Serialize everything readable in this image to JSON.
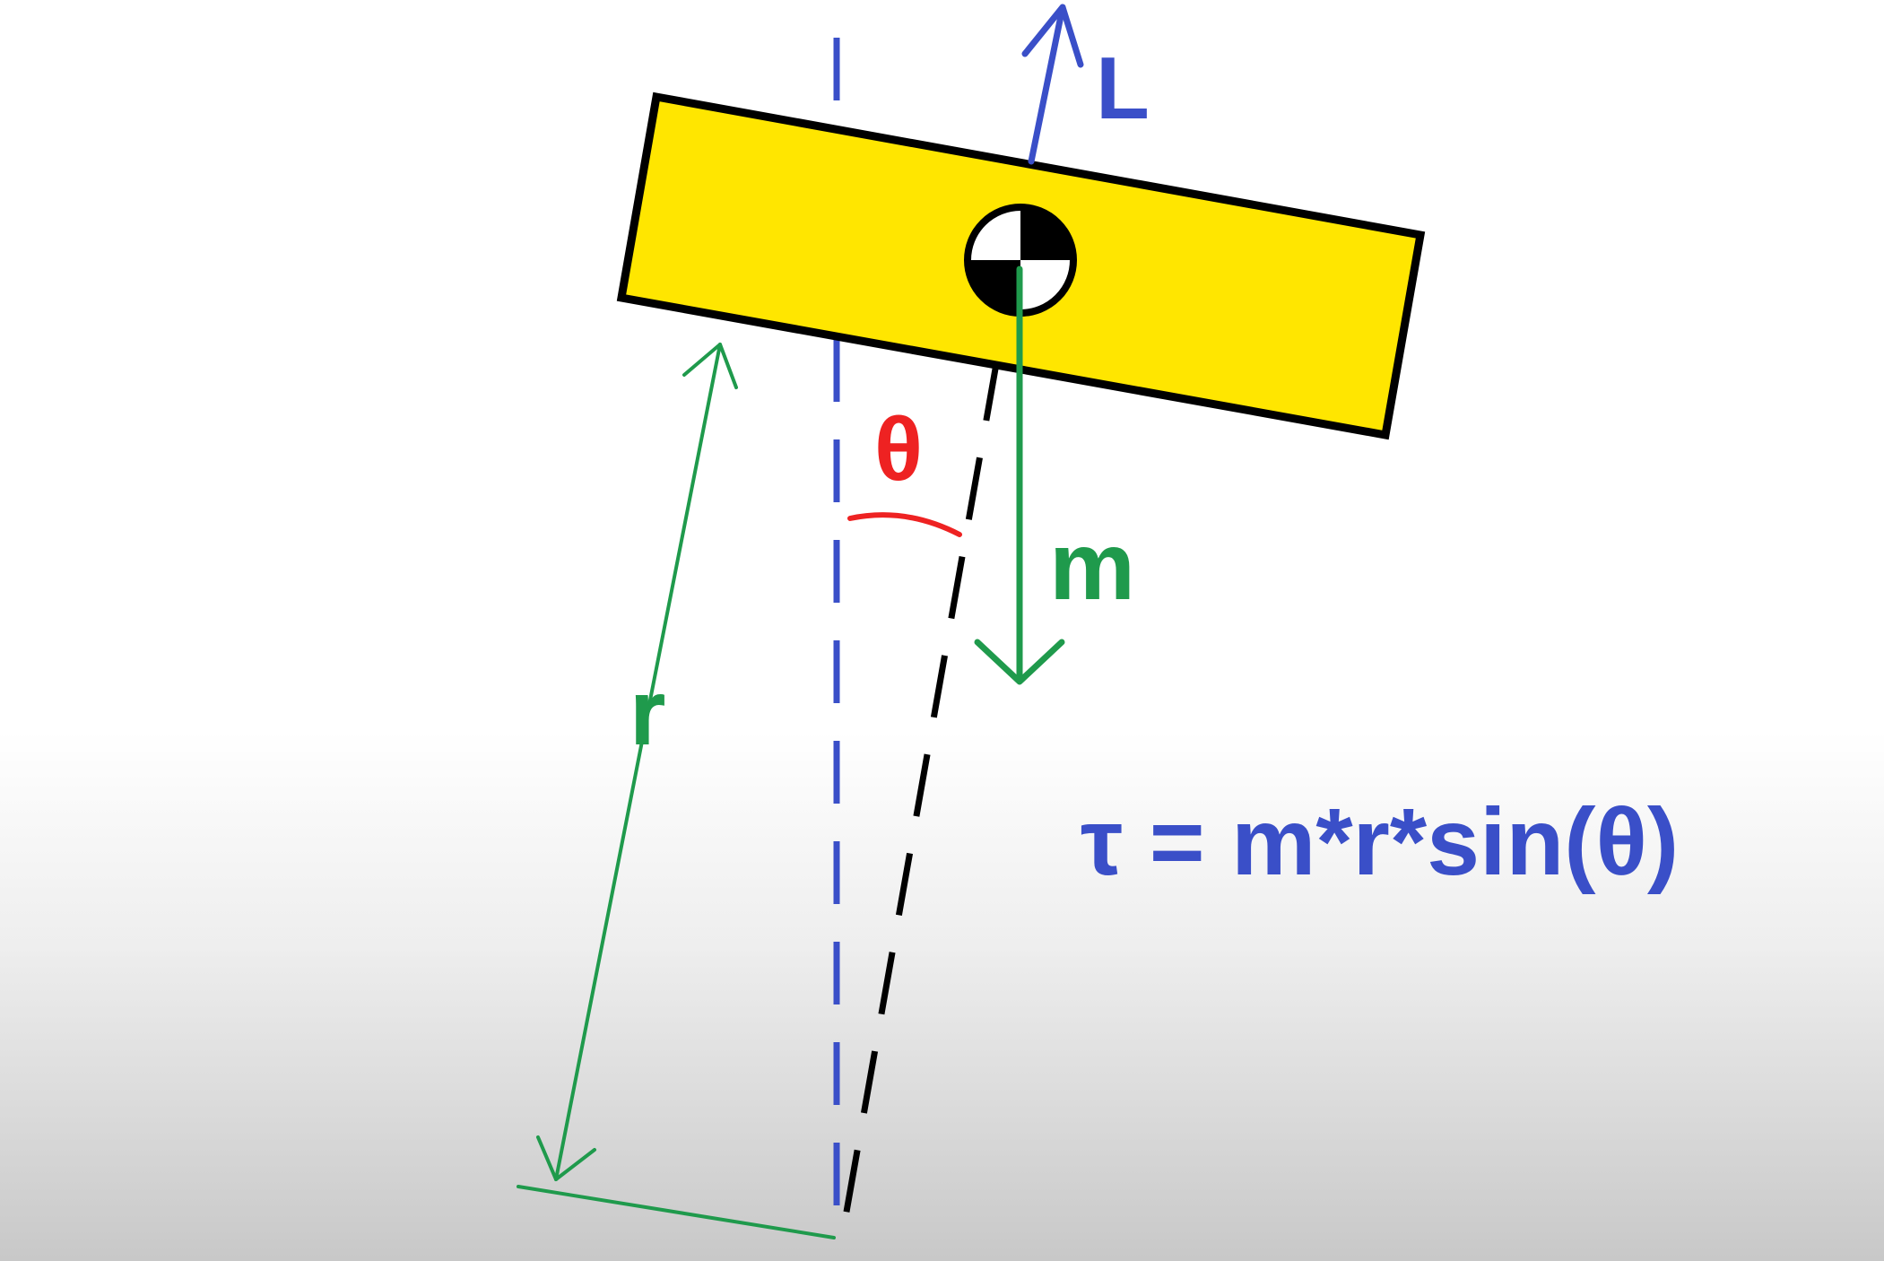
{
  "labels": {
    "lift": "L",
    "theta": "θ",
    "mass": "m",
    "radius": "r"
  },
  "equation": "τ = m*r*sin(θ)",
  "colors": {
    "background": "#ffffff",
    "plate_fill": "#ffe600",
    "outline": "#000000",
    "blue": "#3a4fc8",
    "green": "#1f9a4c",
    "red": "#ee2222"
  },
  "icons": {
    "center_of_mass": "center-of-mass-icon"
  }
}
